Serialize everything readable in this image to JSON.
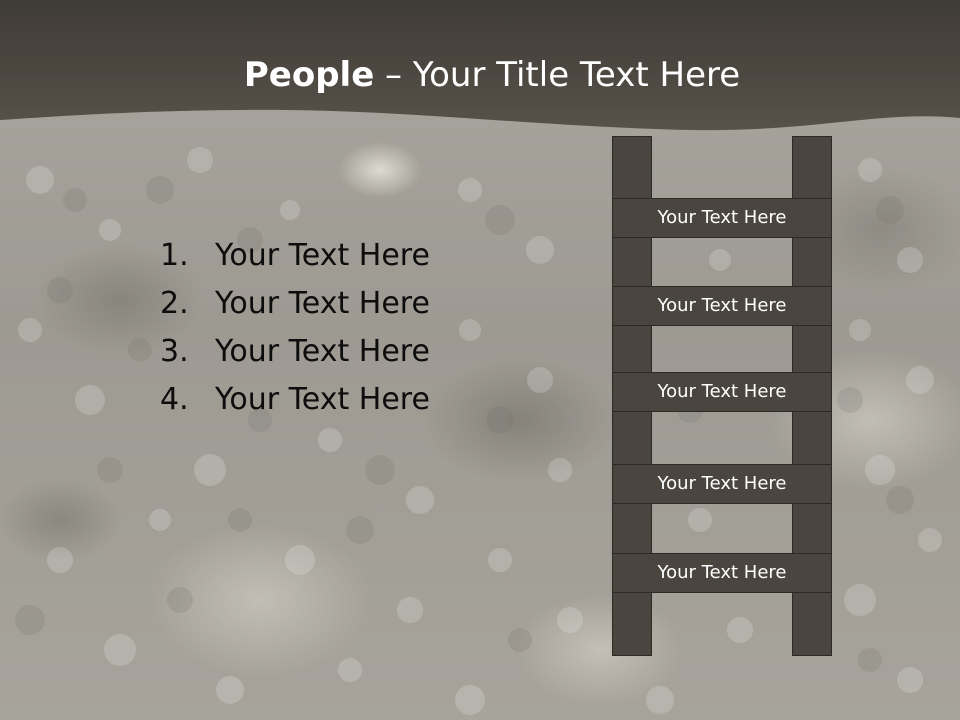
{
  "title": {
    "bold": "People",
    "rest": " – Your Title Text Here"
  },
  "list_items": [
    {
      "number": "1.",
      "text": "Your Text Here"
    },
    {
      "number": "2.",
      "text": "Your Text Here"
    },
    {
      "number": "3.",
      "text": "Your Text Here"
    },
    {
      "number": "4.",
      "text": "Your Text Here"
    }
  ],
  "ladder_rungs": [
    "Your Text Here",
    "Your Text Here",
    "Your Text Here",
    "Your Text Here",
    "Your Text Here"
  ],
  "colors": {
    "header": "#4a463f",
    "ladder": "#4a463f",
    "title_text": "#ffffff",
    "body_text": "#0d0d0d"
  }
}
